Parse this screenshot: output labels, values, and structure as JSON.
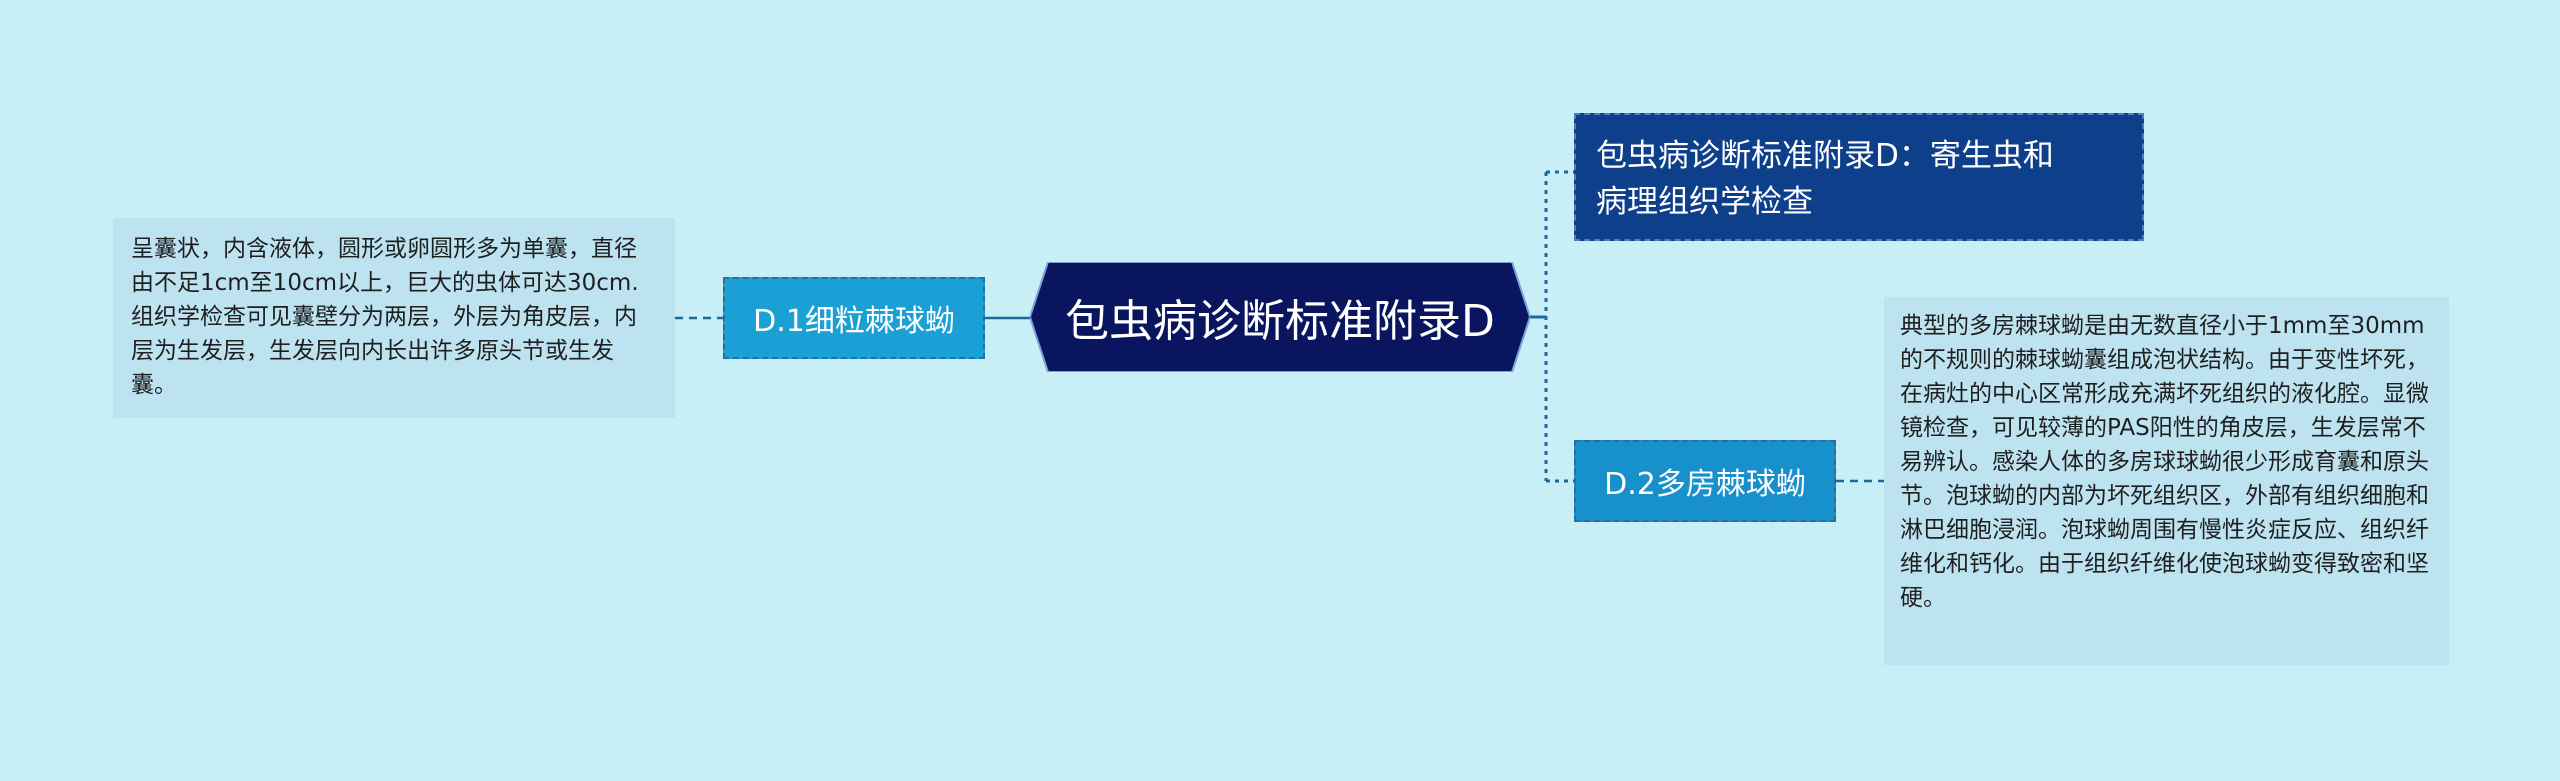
{
  "colors": {
    "background": "#c8eef6",
    "center_fill": "#0a1560",
    "branch_fill": "#1aa0d4",
    "top_node_fill": "#0e3f8a",
    "leaf_fill": "#bde3f0",
    "connector": "#1a6a9a"
  },
  "center": {
    "label": "包虫病诊断标准附录D"
  },
  "top_node": {
    "line1": "包虫病诊断标准附录D：寄生虫和",
    "line2": "病理组织学检查"
  },
  "left_branch": {
    "label": "D.1细粒棘球蚴",
    "description": "呈囊状，内含液体，圆形或卵圆形多为单囊，直径由不足1cm至10cm以上，巨大的虫体可达30cm.组织学检查可见囊壁分为两层，外层为角皮层，内层为生发层，生发层向内长出许多原头节或生发囊。"
  },
  "right_branch": {
    "label": "D.2多房棘球蚴",
    "description": "典型的多房棘球蚴是由无数直径小于1mm至30mm的不规则的棘球蚴囊组成泡状结构。由于变性坏死，在病灶的中心区常形成充满坏死组织的液化腔。显微镜检查，可见较薄的PAS阳性的角皮层，生发层常不易辨认。感染人体的多房球球蚴很少形成育囊和原头节。泡球蚴的内部为坏死组织区，外部有组织细胞和淋巴细胞浸润。泡球蚴周围有慢性炎症反应、组织纤维化和钙化。由于组织纤维化使泡球蚴变得致密和坚硬。"
  }
}
